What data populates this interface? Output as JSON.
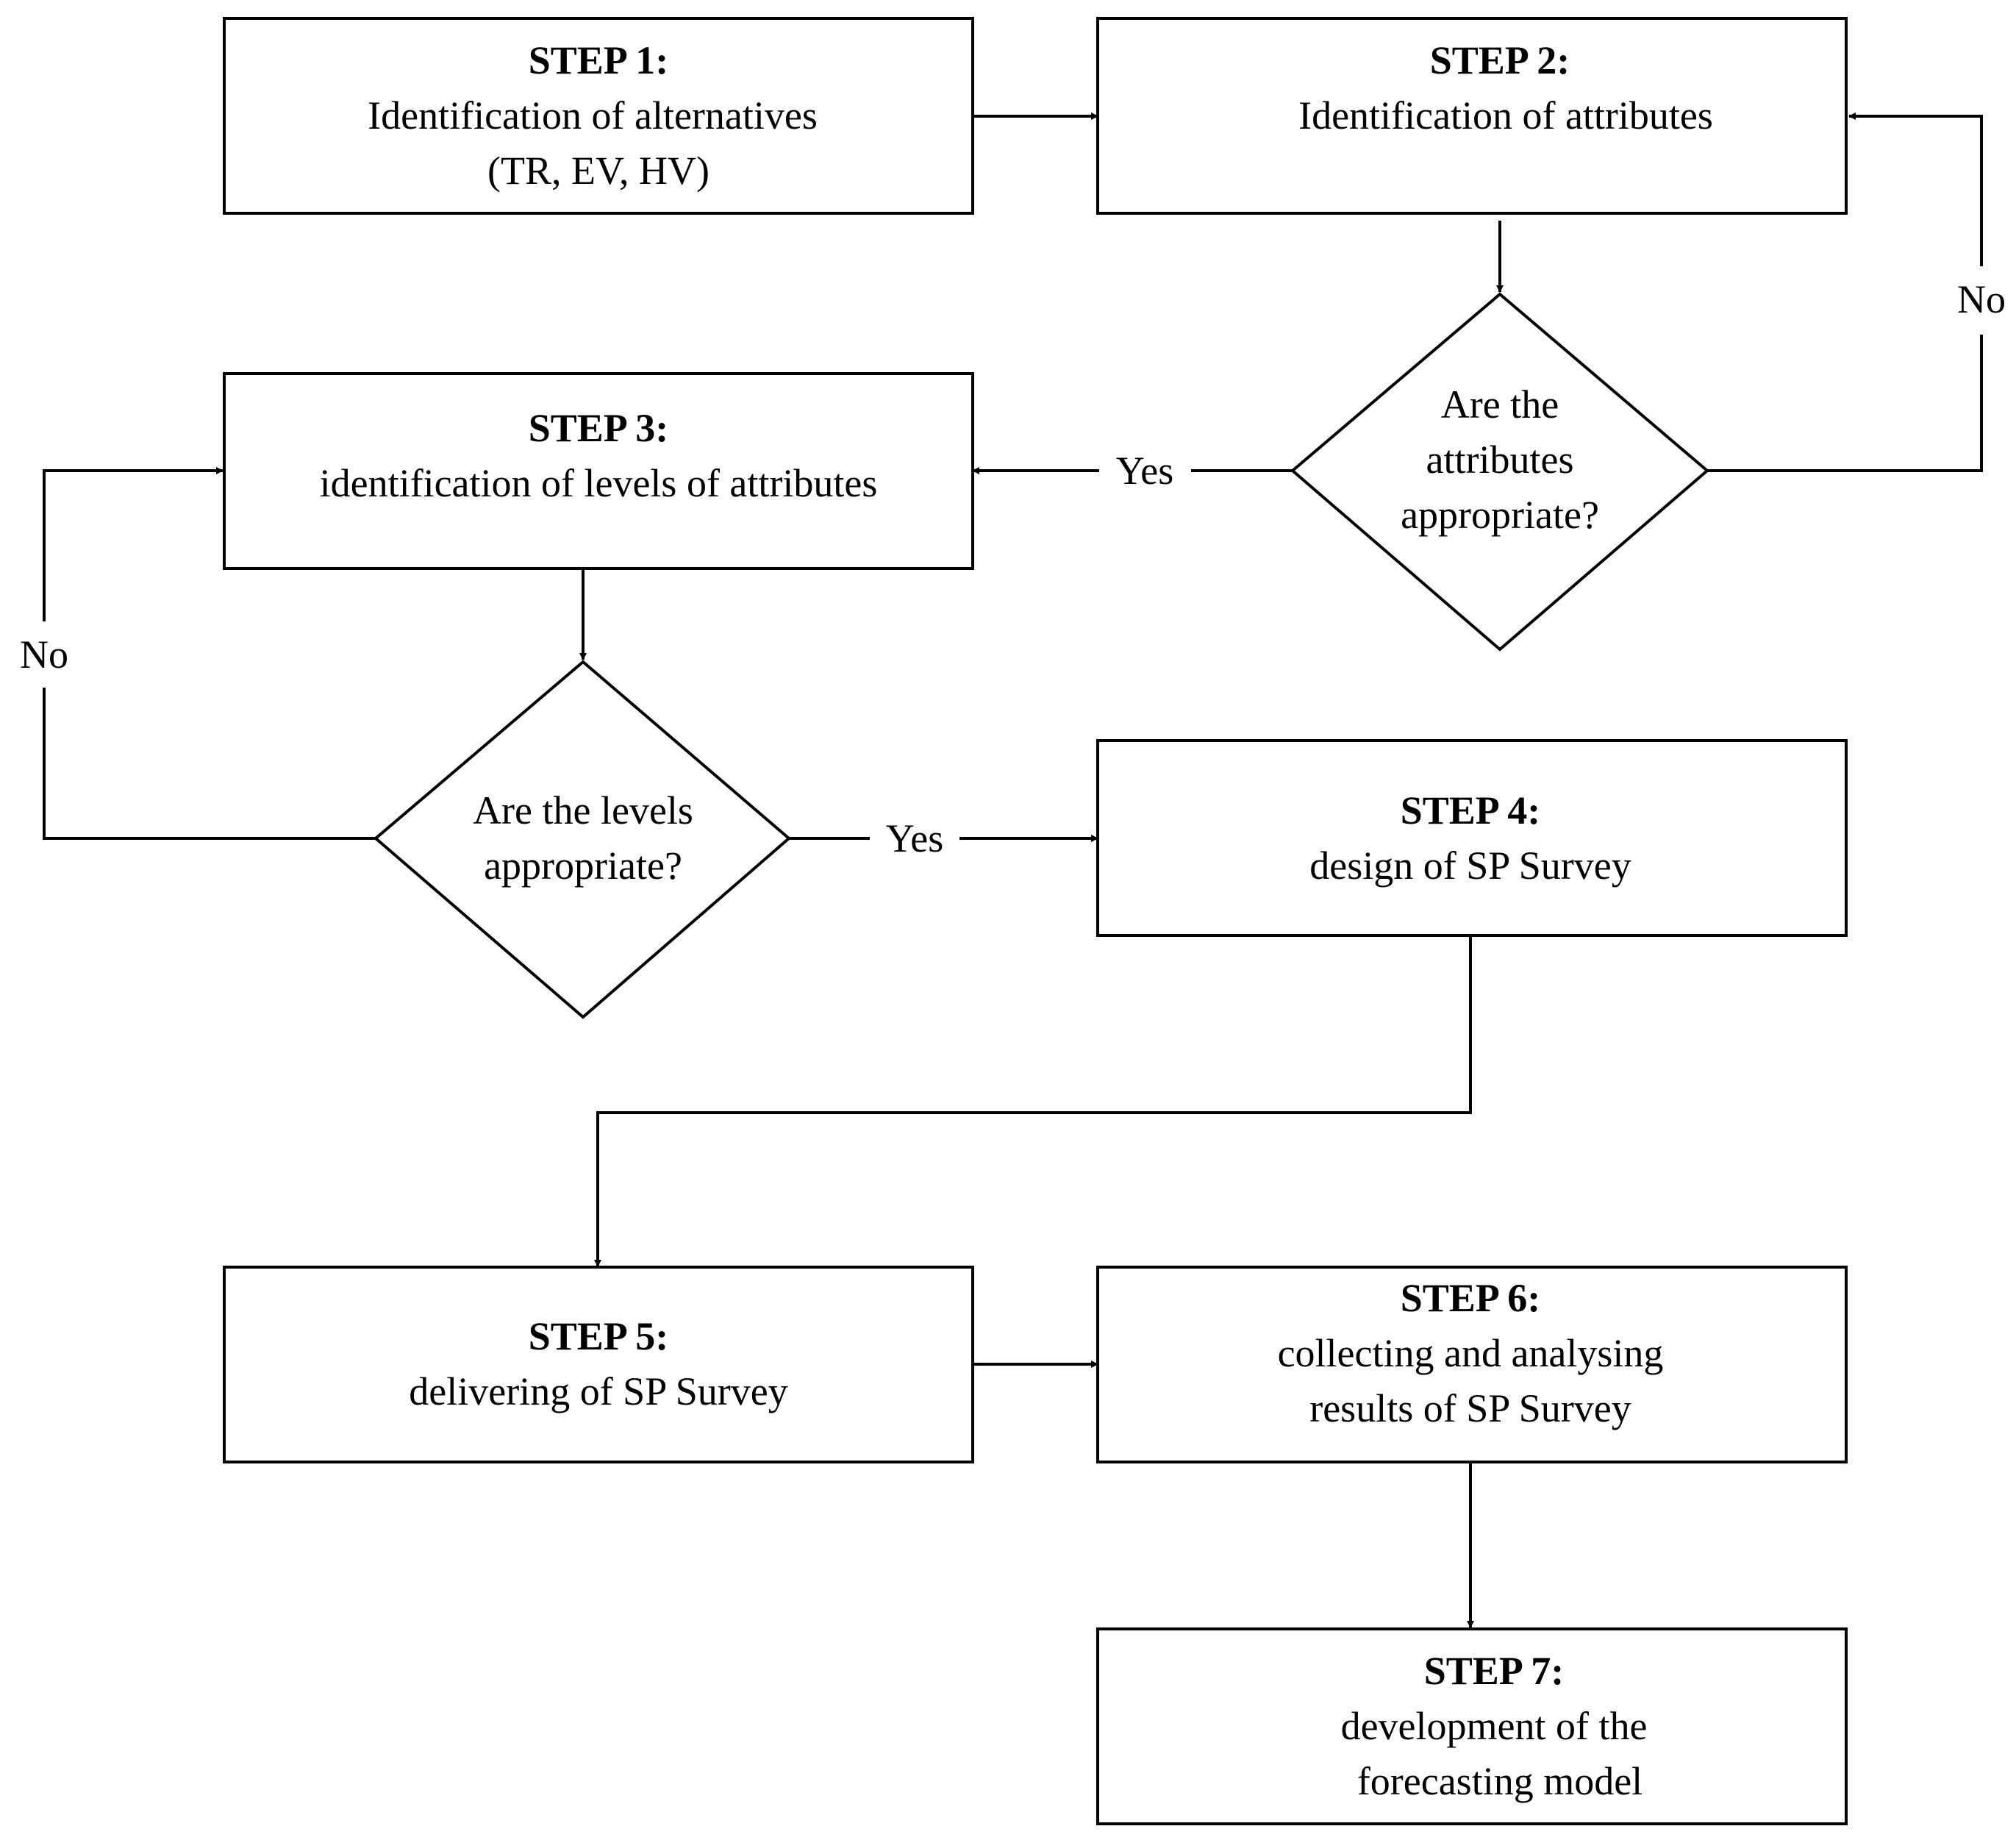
{
  "steps": {
    "step1": {
      "title": "STEP 1:",
      "lines": [
        "Identification of alternatives",
        "(TR, EV, HV)"
      ]
    },
    "step2": {
      "title": "STEP 2:",
      "lines": [
        "Identification of attributes"
      ]
    },
    "step3": {
      "title": "STEP 3:",
      "lines": [
        "identification of levels of attributes"
      ]
    },
    "step4": {
      "title": "STEP 4:",
      "lines": [
        "design of SP Survey"
      ]
    },
    "step5": {
      "title": "STEP 5:",
      "lines": [
        "delivering of SP Survey"
      ]
    },
    "step6": {
      "title": "STEP 6:",
      "lines": [
        "collecting and analysing",
        "results of SP Survey"
      ]
    },
    "step7": {
      "title": "STEP 7:",
      "lines": [
        "development of the",
        "forecasting model"
      ]
    }
  },
  "decisions": {
    "attributes": {
      "lines": [
        "Are the",
        "attributes",
        "appropriate?"
      ]
    },
    "levels": {
      "lines": [
        "Are the levels",
        "appropriate?"
      ]
    }
  },
  "edge_labels": {
    "attributes_yes": "Yes",
    "attributes_no": "No",
    "levels_yes": "Yes",
    "levels_no": "No"
  }
}
